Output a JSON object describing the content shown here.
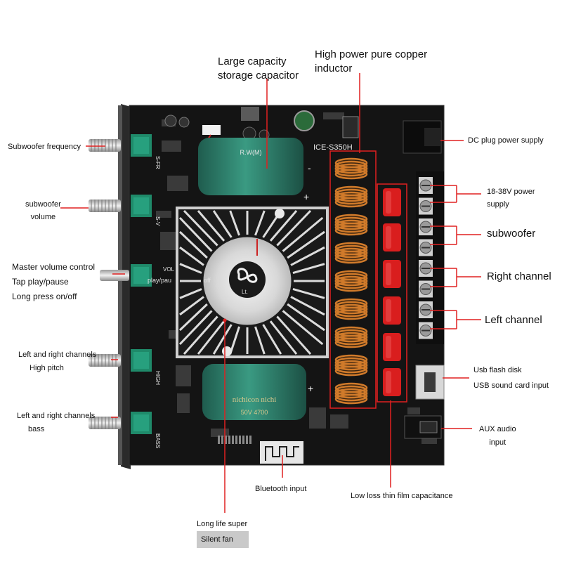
{
  "board": {
    "model": "ICE-S350H",
    "fan_logo": "Lt.",
    "cap_top_text": "R.W(M)",
    "cap_bottom_text": "nichicon nichi",
    "cap_bottom_rating": "50V 4700",
    "knob_markings": [
      "S-FR",
      "S-V",
      "VOL",
      "HIGH",
      "BASS"
    ],
    "tap_text": "play/pau",
    "off_text": "off"
  },
  "labels": {
    "capacitor": [
      "Large capacity",
      "storage capacitor"
    ],
    "inductor": [
      "High power pure copper",
      "inductor"
    ],
    "sub_freq": "Subwoofer frequency",
    "sub_vol": [
      "subwoofer",
      "volume"
    ],
    "master": [
      "Master volume control",
      "Tap play/pause",
      "Long press on/off"
    ],
    "high": [
      "Left and right channels",
      "High pitch"
    ],
    "bass": [
      "Left and right channels",
      "bass"
    ],
    "dc": "DC plug power supply",
    "power": [
      "18-38V power",
      "supply"
    ],
    "subwoofer": "subwoofer",
    "right": "Right channel",
    "left": "Left channel",
    "usb": [
      "Usb flash disk",
      "USB sound card input"
    ],
    "aux": [
      "AUX audio",
      "input"
    ],
    "bluetooth": "Bluetooth input",
    "film_cap": "Low loss thin film capacitance",
    "fan": [
      "Long life super",
      "Silent fan"
    ]
  },
  "colors": {
    "pcb": "#141414",
    "callout": "#e02020",
    "copper": "#d07a2a",
    "film_cap": "#d91e1e",
    "electrolytic": "#2f7f6c",
    "pot": "#1f8a6a",
    "heatsink": "#dcdcdc"
  },
  "icons": {
    "fan": "fan-icon",
    "knob": "knob-icon",
    "terminal": "screw-terminal-icon",
    "usb": "usb-port-icon",
    "aux": "aux-jack-icon",
    "bluetooth": "bluetooth-module-icon"
  }
}
